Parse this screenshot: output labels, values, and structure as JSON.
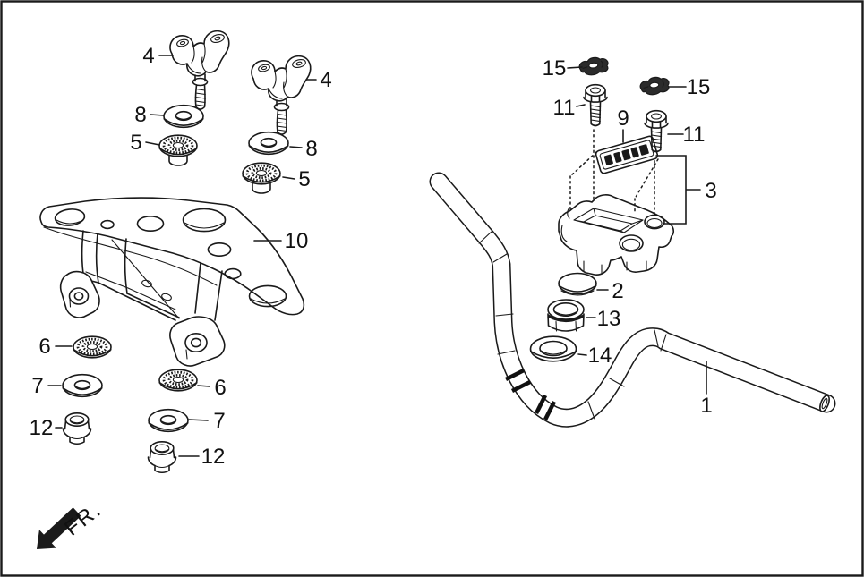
{
  "diagram": {
    "type": "exploded-parts-line-drawing",
    "colors": {
      "line_art": "#1a1a1a",
      "background": "#ffffff",
      "label_text": "#111111"
    }
  },
  "callouts": [
    {
      "text": "4"
    },
    {
      "text": "8"
    },
    {
      "text": "5"
    },
    {
      "text": "4"
    },
    {
      "text": "8"
    },
    {
      "text": "5"
    },
    {
      "text": "10"
    },
    {
      "text": "6"
    },
    {
      "text": "7"
    },
    {
      "text": "12"
    },
    {
      "text": "6"
    },
    {
      "text": "7"
    },
    {
      "text": "12"
    },
    {
      "text": "15"
    },
    {
      "text": "11"
    },
    {
      "text": "15"
    },
    {
      "text": "11"
    },
    {
      "text": "9"
    },
    {
      "text": "3"
    },
    {
      "text": "2"
    },
    {
      "text": "13"
    },
    {
      "text": "14"
    },
    {
      "text": "1"
    },
    {
      "text": "FR."
    }
  ]
}
